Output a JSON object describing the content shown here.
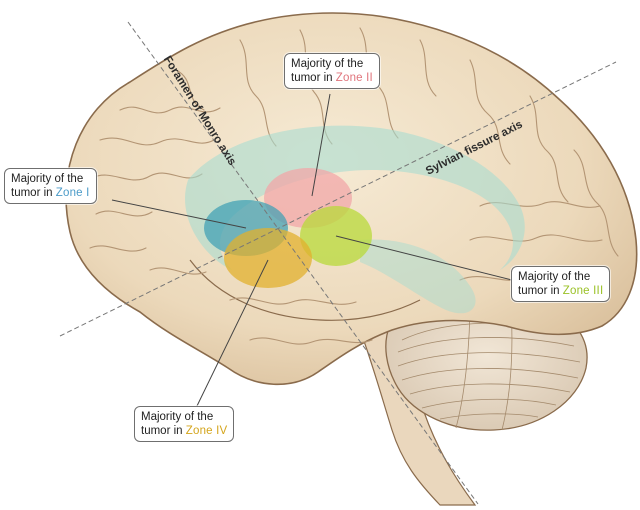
{
  "figure": {
    "axes": {
      "foramen_of_monro": "Foramen of Monro axis",
      "sylvian_fissure": "Sylvian fissure axis"
    },
    "callouts": [
      {
        "id": "zone-i",
        "line1": "Majority of the",
        "line2_prefix": "tumor in",
        "zone_label": "Zone I",
        "zone_color": "#4b9bc8"
      },
      {
        "id": "zone-ii",
        "line1": "Majority of the",
        "line2_prefix": "tumor in",
        "zone_label": "Zone II",
        "zone_color": "#e0747c"
      },
      {
        "id": "zone-iii",
        "line1": "Majority of the",
        "line2_prefix": "tumor in",
        "zone_label": "Zone III",
        "zone_color": "#9ac126"
      },
      {
        "id": "zone-iv",
        "line1": "Majority of the",
        "line2_prefix": "tumor in",
        "zone_label": "Zone IV",
        "zone_color": "#d4a51c"
      }
    ],
    "colors": {
      "brain_fill": "#efdfc4",
      "brain_outline": "#8a6b4c",
      "sulcus": "#b79b7a",
      "ventricle": "#a8dcd0",
      "zone_i": "#3f9fb4",
      "zone_ii": "#f2a7a8",
      "zone_iii": "#b8d93a",
      "zone_iv": "#e2b02e",
      "axis_line": "#777777"
    }
  }
}
